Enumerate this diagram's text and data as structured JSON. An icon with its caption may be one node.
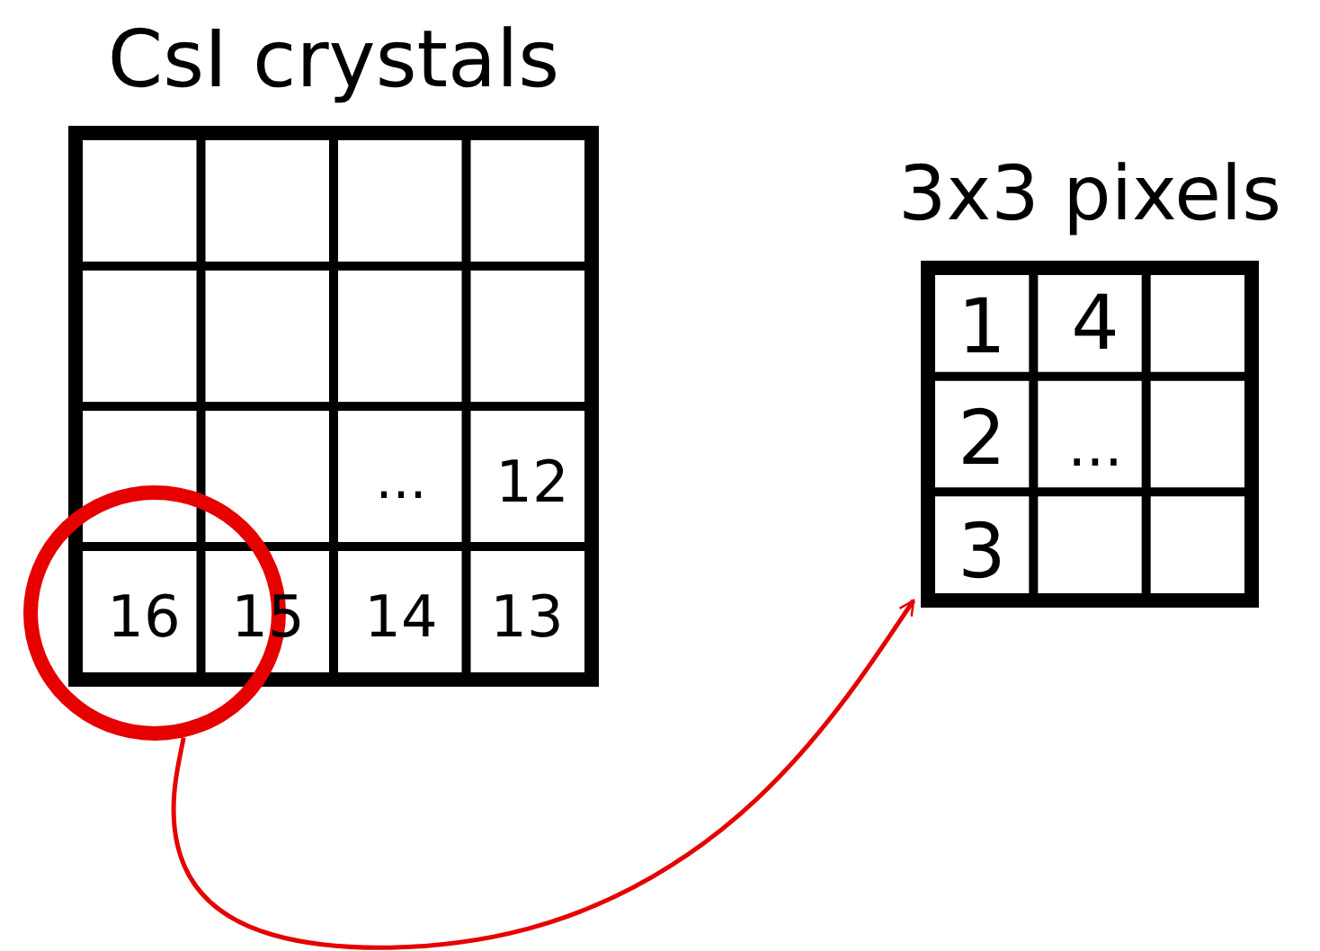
{
  "diagram": {
    "nodes": [
      {
        "text": [
          "CsI crystals"
        ]
      },
      {
        "text": [],
        "shape": "circle"
      },
      {
        "text": [
          "3x3 pixels"
        ]
      }
    ],
    "edges": [
      {
        "from": 1,
        "to": 2,
        "arrow": "to"
      }
    ],
    "labels": [
      "...",
      "12",
      "16",
      "15",
      "14",
      "13",
      "1",
      "4",
      "2",
      "...",
      "3"
    ]
  }
}
